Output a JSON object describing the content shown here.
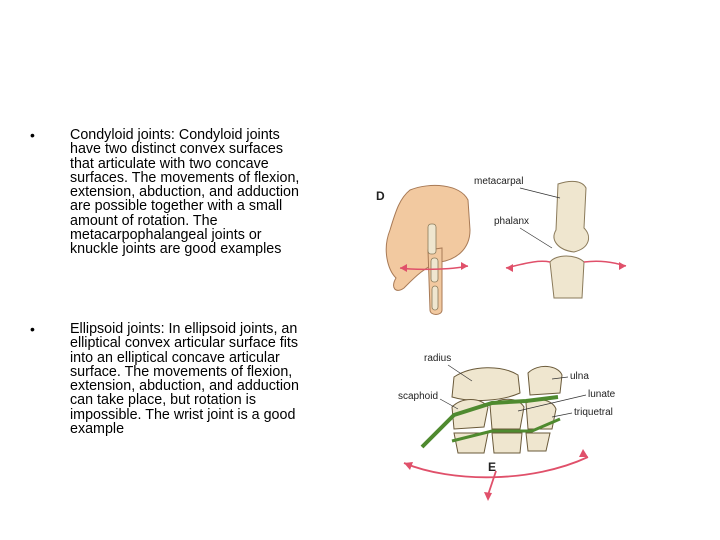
{
  "bullets": [
    {
      "marker": "•",
      "text": "Condyloid joints: Condyloid joints have two distinct convex surfaces that articulate with two concave surfaces. The movements of flexion, extension, abduction, and adduction are possible together with a small amount of rotation. The metacarpophalangeal joints or knuckle joints are good examples"
    },
    {
      "marker": "•",
      "text": "Ellipsoid joints: In ellipsoid joints, an elliptical convex articular surface fits into an elliptical concave articular surface. The movements of flexion, extension, abduction, and adduction can take place, but rotation is impossible. The wrist joint is a good example"
    }
  ],
  "figure_d": {
    "letter": "D",
    "labels": {
      "metacarpal": "metacarpal",
      "phalanx": "phalanx"
    }
  },
  "figure_e": {
    "letter": "E",
    "labels": {
      "radius": "radius",
      "ulna": "ulna",
      "scaphoid": "scaphoid",
      "lunate": "lunate",
      "triquetral": "triquetral"
    }
  },
  "colors": {
    "skin": "#f2c9a0",
    "bone": "#efe6cf",
    "arrow": "#e0506a",
    "ligament": "#4f8a2f"
  }
}
